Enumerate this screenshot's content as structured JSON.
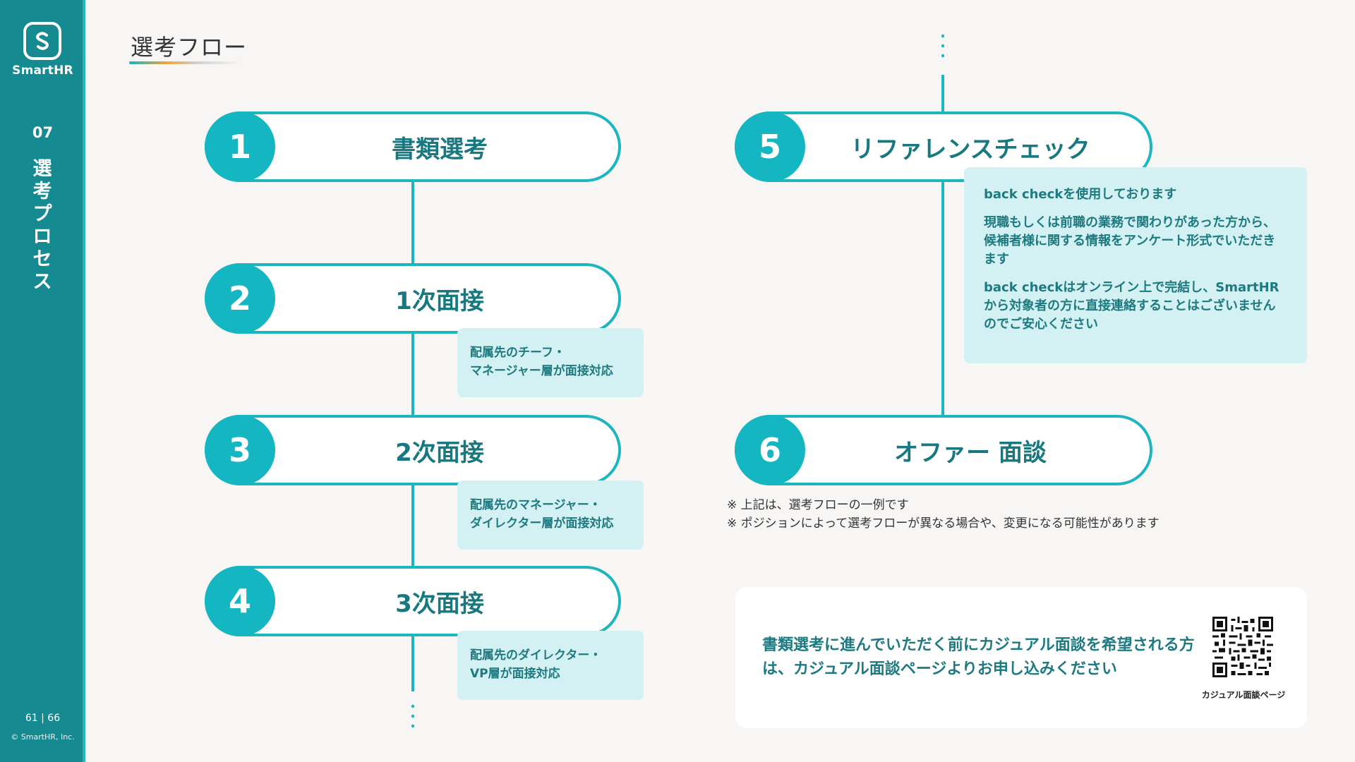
{
  "brand": {
    "name": "SmartHR",
    "primary": "#158a90",
    "accent": "#1db6bf",
    "logo_icon": "smarthr-s-logo"
  },
  "sidebar": {
    "section_number": "07",
    "section_title": "選考プロセス",
    "page_number": "61 | 66",
    "copyright": "© SmartHR, Inc."
  },
  "header": {
    "title": "選考フロー"
  },
  "steps": [
    {
      "number": "1",
      "label": "書類選考"
    },
    {
      "number": "2",
      "label": "1次面接"
    },
    {
      "number": "3",
      "label": "2次面接"
    },
    {
      "number": "4",
      "label": "3次面接"
    },
    {
      "number": "5",
      "label": "リファレンスチェック"
    },
    {
      "number": "6",
      "label": "オファー 面談"
    }
  ],
  "notes": {
    "step2": {
      "line1": "配属先のチーフ・",
      "line2": "マネージャー層が面接対応"
    },
    "step3": {
      "line1": "配属先のマネージャー・",
      "line2": "ダイレクター層が面接対応"
    },
    "step4": {
      "line1": "配属先のダイレクター・",
      "line2": "VP層が面接対応"
    },
    "step5": {
      "p1": "back checkを使用しております",
      "p2": "現職もしくは前職の業務で関わりがあった方から、候補者様に関する情報をアンケート形式でいただきます",
      "p3": "back checkはオンライン上で完結し、SmartHRから対象者の方に直接連絡することはございませんのでご安心ください"
    }
  },
  "disclaimer": {
    "line1": "※ 上記は、選考フローの一例です",
    "line2": "※ ポジションによって選考フローが異なる場合や、変更になる可能性があります"
  },
  "casual": {
    "text": "書類選考に進んでいただく前にカジュアル面談を希望される方は、カジュアル面談ページよりお申し込みください",
    "qr_caption": "カジュアル面談ページ",
    "qr_icon": "qr-code-icon"
  }
}
